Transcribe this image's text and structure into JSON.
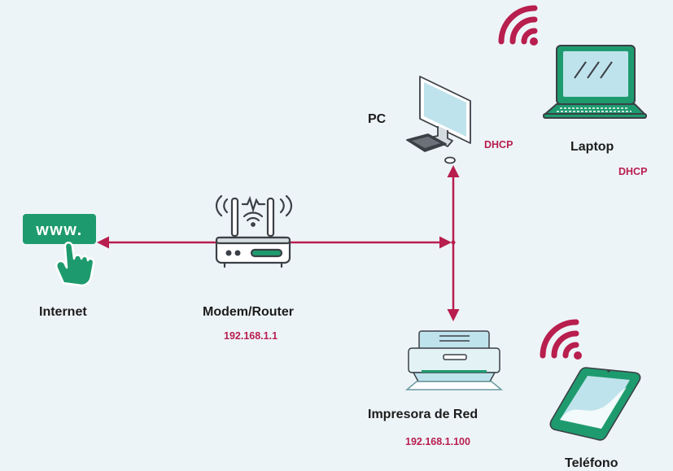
{
  "colors": {
    "background": "#EDF4F8",
    "connection": "#B81E4E",
    "accent_red": "#B81E4E",
    "device_green": "#1E9B6E",
    "dark_outline": "#3B4046",
    "screen_blue": "#BFE3EC",
    "label_text": "#1C1C1C"
  },
  "nodes": {
    "internet": {
      "label": "Internet",
      "badge": "www.",
      "icon": "www-cursor-hand-icon"
    },
    "router": {
      "label": "Modem/Router",
      "ip": "192.168.1.1",
      "icon": "wireless-router-icon"
    },
    "pc": {
      "label": "PC",
      "addressing": "DHCP",
      "icon": "desktop-computer-icon"
    },
    "laptop": {
      "label": "Laptop",
      "addressing": "DHCP",
      "icon": "laptop-icon",
      "wireless": true
    },
    "printer": {
      "label": "Impresora de Red",
      "ip": "192.168.1.100",
      "icon": "printer-icon"
    },
    "phone": {
      "label": "Teléfono",
      "icon": "smartphone-icon",
      "wireless": true
    }
  }
}
